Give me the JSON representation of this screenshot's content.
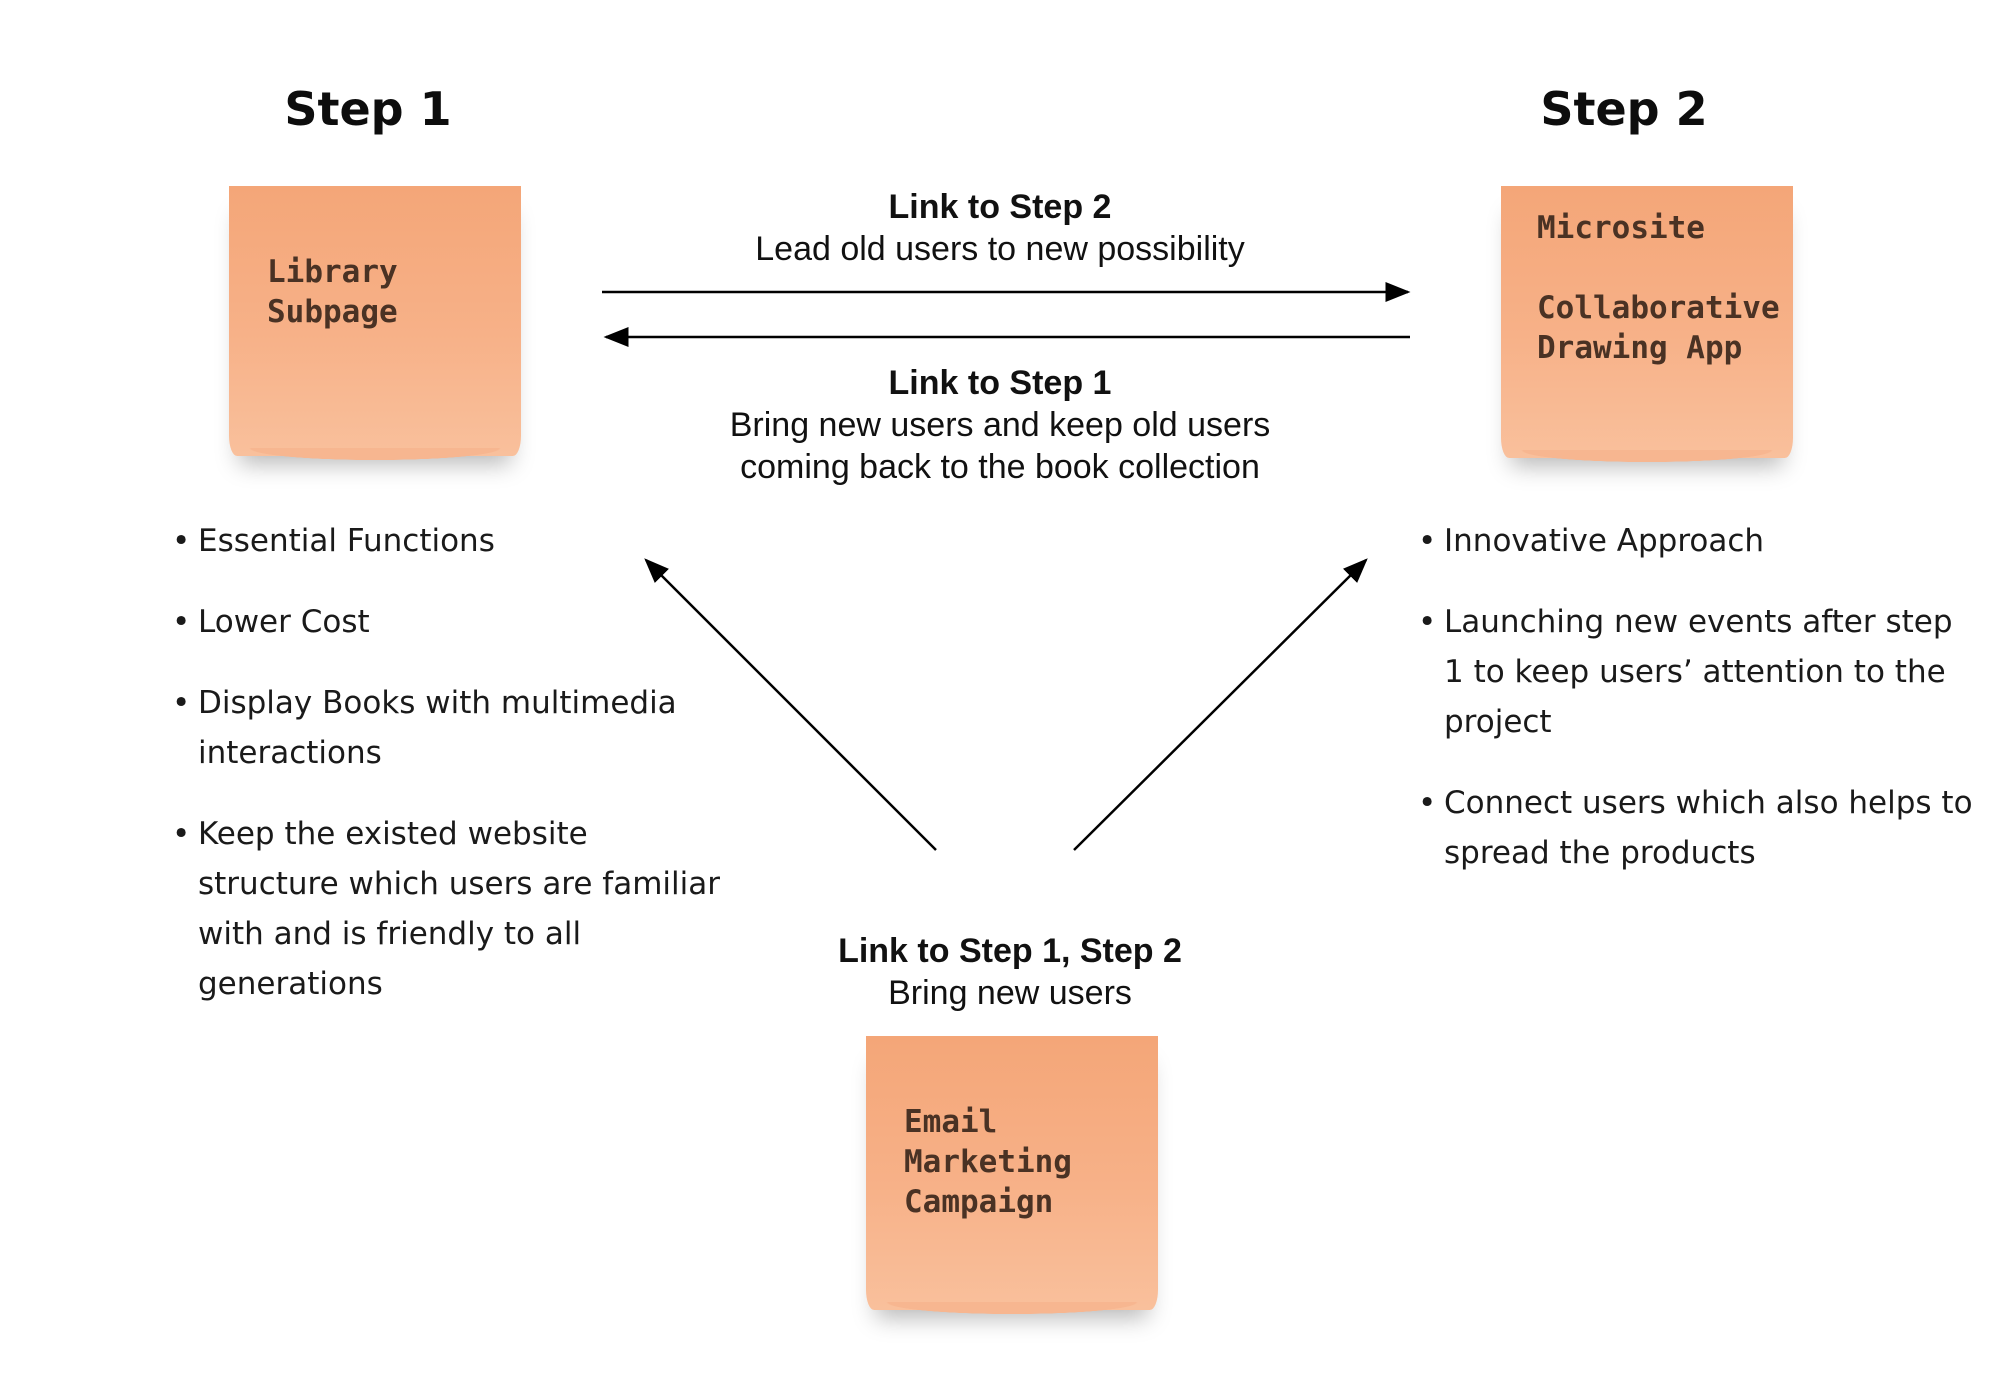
{
  "step1": {
    "title": "Step 1",
    "note": "Library\nSubpage",
    "bullets": [
      "Essential Functions",
      "Lower Cost",
      "Display Books with multimedia interactions",
      "Keep the existed website structure which users are familiar with and is friendly to all generations"
    ]
  },
  "step2": {
    "title": "Step 2",
    "note": "Microsite\n\nCollaborative\nDrawing App",
    "bullets": [
      "Innovative Approach",
      "Launching new events after step 1 to keep users’ attention to the project",
      "Connect users which also helps to spread the products"
    ]
  },
  "email": {
    "note": "Email\nMarketing\nCampaign"
  },
  "links": {
    "to_step2": {
      "head": "Link to Step 2",
      "desc": "Lead old users to new possibility"
    },
    "to_step1": {
      "head": "Link to Step 1",
      "desc": "Bring new users and keep old users coming back to the book collection"
    },
    "to_both": {
      "head": "Link to Step 1, Step 2",
      "desc": "Bring new users"
    }
  },
  "colors": {
    "note_fill": "#f7b188",
    "note_text": "#4a3224",
    "arrow": "#000000"
  }
}
